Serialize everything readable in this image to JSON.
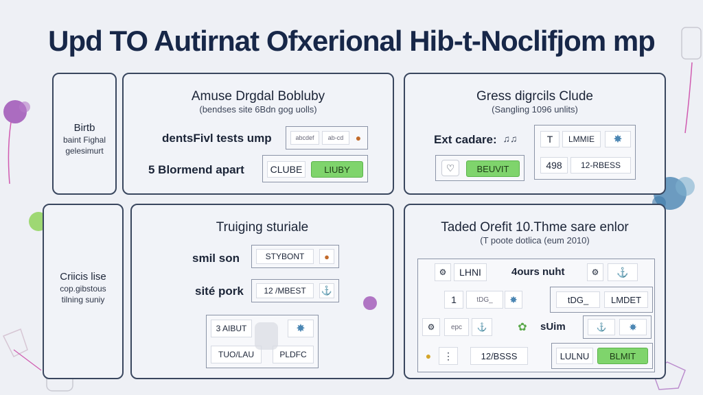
{
  "title": "Upd TO Autirnat Ofxerional Hib-t-Noclifjom mp",
  "left_top": {
    "line1": "Birtb",
    "line2": "baint Fighal",
    "line3": "gelesimurt"
  },
  "left_bottom": {
    "line1": "Criicis lise",
    "line2": "cop.gibstous",
    "line3": "tilning suniy"
  },
  "panel_a": {
    "title": "Amuse Drgdal Bobluby",
    "subtitle": "(bendses site 6Bdn gog uolls)",
    "row1_label": "dentsFivl  tests ump",
    "row1_cells": [
      "abcdef",
      "ab-cd"
    ],
    "row2_label": "5 Blormend apart",
    "row2_cell": "CLUBE",
    "row2_button": "LIUBY"
  },
  "panel_b": {
    "title": "Gress digrcils Clude",
    "subtitle": "(Sangling 1096 unlits)",
    "label": "Ext cadare:",
    "label_icon": "♫♫",
    "button": "BEUVIT",
    "grid": [
      "T",
      "LMMIE",
      "498",
      "12-RBESS"
    ]
  },
  "panel_c": {
    "title": "Truiging sturiale",
    "row1_label": "smil son",
    "row1_cell": "STYBONT",
    "row2_label": "sité pork",
    "row2_cell": "12 /MBEST",
    "grid": [
      "3 AIBUT",
      "TUO/LAU",
      "PLDFC"
    ]
  },
  "panel_d": {
    "title": "Taded Orefit 10.Thme sare enlor",
    "subtitle": "(T poote dotlica (eum 2010)",
    "r1": [
      "LHNI",
      "4ours nuht"
    ],
    "r2": [
      "1",
      "tDG_",
      "LMDET"
    ],
    "r3": [
      "epc",
      "sUim"
    ],
    "r4": [
      "12/BSSS",
      "LULNU",
      "BLMIT"
    ]
  },
  "icons": {
    "person": "person-icon",
    "compass": "compass-icon",
    "boat": "boat-icon",
    "splat": "splat-icon"
  },
  "colors": {
    "accent_green": "#7fd46c",
    "dark_navy": "#172748",
    "panel_border": "#39465e",
    "splat_blue": "#4b86b3",
    "splat_purple": "#9a4bb3"
  }
}
